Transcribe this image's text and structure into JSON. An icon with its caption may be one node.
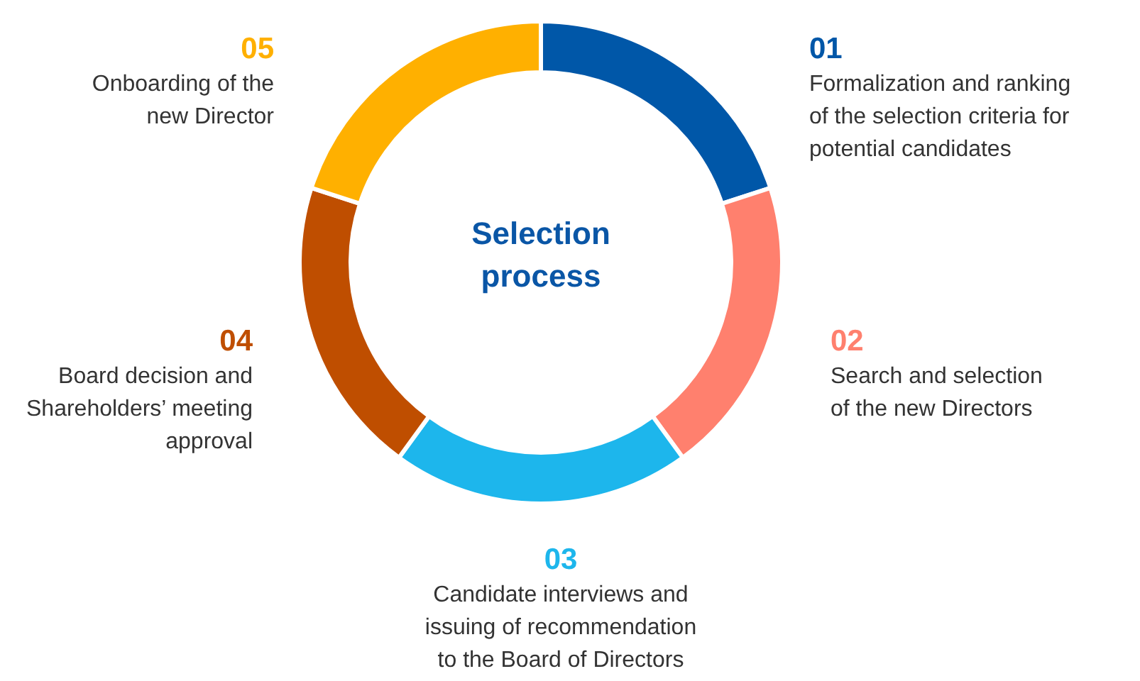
{
  "diagram": {
    "nodes": [
      {
        "text": [
          "Selection process"
        ]
      },
      {
        "text": [
          "01",
          "Formalization and ranking of the selection criteria for potential candidates"
        ]
      },
      {
        "text": [
          "02",
          "Search and selection of the new Directors"
        ]
      },
      {
        "text": [
          "03",
          "Candidate interviews and issuing of recommendation to the Board of Directors"
        ]
      },
      {
        "text": [
          "04",
          "Board decision and Shareholders’ meeting approval"
        ]
      },
      {
        "text": [
          "05",
          "Onboarding of the new Director"
        ]
      }
    ],
    "edges": []
  }
}
